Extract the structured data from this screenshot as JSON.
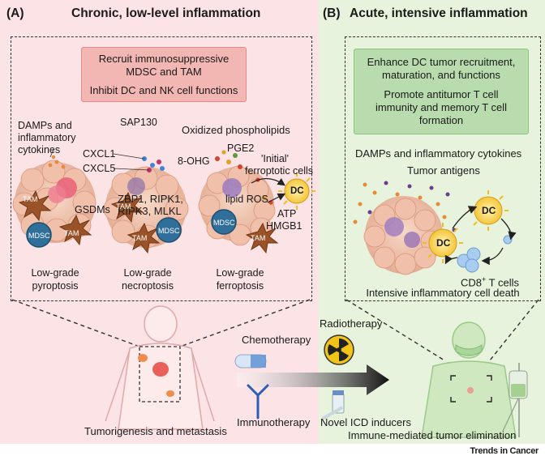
{
  "panel_a": {
    "tag": "(A)",
    "title": "Chronic, low-level inflammation",
    "box_line1": "Recruit immunosuppressive",
    "box_line2": "MDSC and TAM",
    "box_line3": "Inhibit DC and NK cell functions",
    "pyro": {
      "damps": "DAMPs and",
      "inflam": "inflammatory",
      "cyto": "cytokines",
      "gsdm": "GSDMs",
      "cap1": "Low-grade",
      "cap2": "pyroptosis"
    },
    "necro": {
      "sap": "SAP130",
      "cxcl1": "CXCL1",
      "cxcl5": "CXCL5",
      "z1": "ZBP1, RIPK1,",
      "z2": "RIPK3, MLKL",
      "cap1": "Low-grade",
      "cap2": "necroptosis"
    },
    "ferro": {
      "oxp": "Oxidized phospholipids",
      "ohg": "8-OHG",
      "pge2": "PGE2",
      "init1": "'Initial'",
      "init2": "ferroptotic cells",
      "dc": "DC",
      "ros": "lipid ROS",
      "atp": "ATP",
      "hmgb1": "HMGB1",
      "cap1": "Low-grade",
      "cap2": "ferroptosis"
    },
    "cells": {
      "tam": "TAM",
      "mdsc": "MDSC"
    },
    "bottom": "Tumorigenesis and metastasis"
  },
  "panel_b": {
    "tag": "(B)",
    "title": "Acute, intensive inflammation",
    "box_line1": "Enhance DC tumor recruitment,",
    "box_line2": "maturation, and functions",
    "box_line3": "Promote antitumor T cell",
    "box_line4": "immunity and memory T cell",
    "box_line5": "formation",
    "damps": "DAMPs and inflammatory cytokines",
    "antigens": "Tumor antigens",
    "dc": "DC",
    "cd8": "CD8",
    "cd8_sup": "+",
    "cd8_rest": " T cells",
    "death": "Intensive inflammatory cell death",
    "bottom": "Immune-mediated tumor elimination"
  },
  "middle": {
    "chemo": "Chemotherapy",
    "radio": "Radiotherapy",
    "immuno": "Immunotherapy",
    "icd": "Novel ICD inducers"
  },
  "footer": "Trends in Cancer",
  "colors": {
    "panel_a_bg": "#fbe3e6",
    "panel_b_bg": "#e7f3dc",
    "box_a": "#f2b6b3",
    "box_b": "#b9dcae",
    "dc_yellow": "#f7c32e",
    "mdsc_blue": "#2f6f99",
    "tam_brown": "#9a5328"
  }
}
